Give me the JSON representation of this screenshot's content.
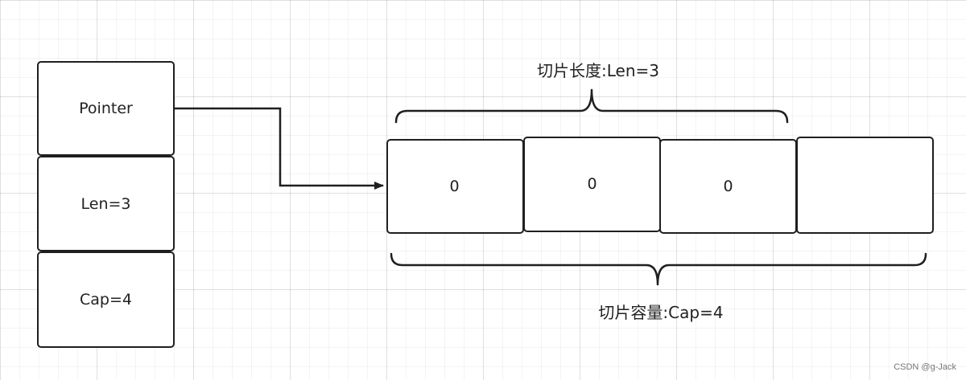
{
  "header_struct": {
    "pointer": "Pointer",
    "len": "Len=3",
    "cap": "Cap=4"
  },
  "array": {
    "cells": [
      "0",
      "0",
      "0",
      ""
    ]
  },
  "labels": {
    "length": "切片长度:Len=3",
    "capacity": "切片容量:Cap=4"
  },
  "watermark": "CSDN @g-Jack"
}
